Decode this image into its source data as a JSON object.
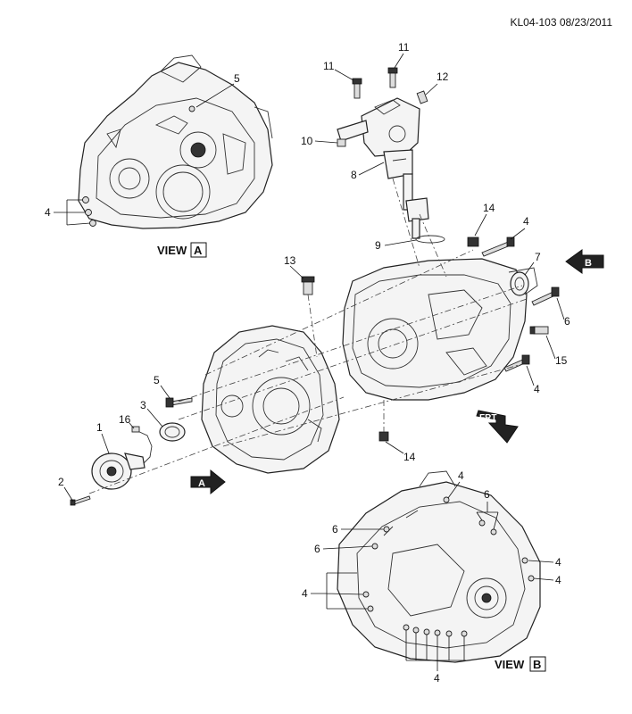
{
  "header": {
    "doc_id": "KL04-103 08/23/2011"
  },
  "views": {
    "view_a": {
      "label": "VIEW",
      "letter": "A"
    },
    "view_b": {
      "label": "VIEW",
      "letter": "B"
    }
  },
  "arrows": {
    "arrow_a": "A",
    "arrow_b": "B",
    "front": "FRT"
  },
  "callouts": {
    "c1": "1",
    "c2": "2",
    "c3": "3",
    "c4_viewa": "4",
    "c4_top_bolt": "4",
    "c4_mid_bolt": "4",
    "c4_vb_top": "4",
    "c4_vb_r1": "4",
    "c4_vb_r2": "4",
    "c4_vb_left": "4",
    "c4_vb_bottom": "4",
    "c5_viewa": "5",
    "c5_bolt": "5",
    "c6_rod": "6",
    "c6_vb_top": "6",
    "c6_vb_l1": "6",
    "c6_vb_l2": "6",
    "c7": "7",
    "c8": "8",
    "c9": "9",
    "c10": "10",
    "c11_left": "11",
    "c11_right": "11",
    "c12": "12",
    "c13": "13",
    "c14_top": "14",
    "c14_bottom": "14",
    "c15": "15",
    "c16": "16"
  }
}
